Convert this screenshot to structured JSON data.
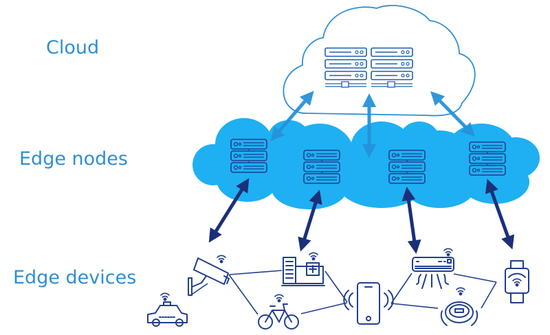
{
  "layers": {
    "cloud": "Cloud",
    "edge_nodes": "Edge nodes",
    "edge_devices": "Edge devices"
  },
  "colors": {
    "label_blue": "#2f8fd3",
    "cloud_outline": "#2f8fd3",
    "edge_fog": "#1eb0f2",
    "light_arrow": "#2592da",
    "dark_navy": "#1b2f7a",
    "icon_navy": "#1f3e8f"
  },
  "cloud": {
    "servers": [
      "server-rack-left",
      "server-rack-right"
    ]
  },
  "edge_nodes": [
    {
      "id": "edge-node-1"
    },
    {
      "id": "edge-node-2"
    },
    {
      "id": "edge-node-3"
    },
    {
      "id": "edge-node-4"
    }
  ],
  "edge_devices": [
    {
      "id": "security-camera",
      "icon": "cctv-camera-icon"
    },
    {
      "id": "taxi",
      "icon": "taxi-car-icon"
    },
    {
      "id": "hospital",
      "icon": "hospital-building-icon"
    },
    {
      "id": "bicycle",
      "icon": "bicycle-icon"
    },
    {
      "id": "smartphone",
      "icon": "smartphone-icon"
    },
    {
      "id": "air-conditioner",
      "icon": "air-conditioner-icon"
    },
    {
      "id": "robot-vacuum",
      "icon": "robot-vacuum-icon"
    },
    {
      "id": "smartwatch",
      "icon": "smartwatch-icon"
    }
  ],
  "connections": {
    "cloud_to_edge": "bidirectional",
    "edge_to_devices": "bidirectional"
  }
}
